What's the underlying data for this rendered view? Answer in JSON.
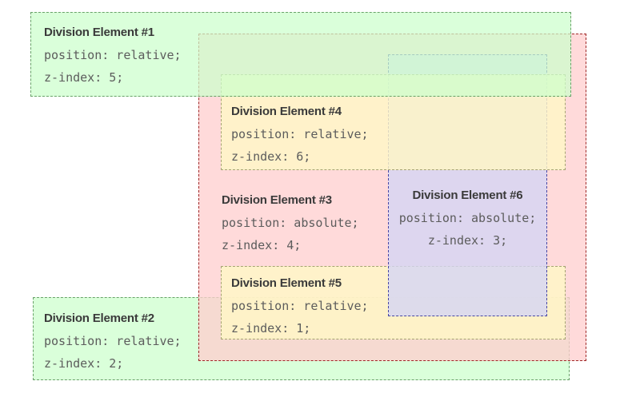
{
  "figure": {
    "kind": "css-z-index-stacking-context-diagram",
    "background": "#ffffff"
  },
  "palette": {
    "green_bg": "#ccffcc",
    "green_border": "#669966",
    "pink_bg": "#ffdddd",
    "pink_border": "#990000",
    "yellow_bg": "#ffffcc",
    "yellow_border": "#999966",
    "lavender_bg": "#ddddff",
    "lavender_border": "#000099",
    "title_text": "#3a3a3a",
    "code_text": "#5c5c5c"
  },
  "divisions": [
    {
      "id": "div1",
      "title": "Division Element #1",
      "position": "position: relative;",
      "z_index": "z-index: 5;",
      "background": "#ccffcc",
      "border_color": "#669966"
    },
    {
      "id": "div2",
      "title": "Division Element #2",
      "position": "position: relative;",
      "z_index": "z-index: 2;",
      "background": "#ccffcc",
      "border_color": "#669966"
    },
    {
      "id": "div3",
      "title": "Division Element #3",
      "position": "position: absolute;",
      "z_index": "z-index: 4;",
      "background": "#ffdddd",
      "border_color": "#990000"
    },
    {
      "id": "div4",
      "title": "Division Element #4",
      "position": "position: relative;",
      "z_index": "z-index: 6;",
      "background": "#ffffcc",
      "border_color": "#999966"
    },
    {
      "id": "div5",
      "title": "Division Element #5",
      "position": "position: relative;",
      "z_index": "z-index: 1;",
      "background": "#ffffcc",
      "border_color": "#999966"
    },
    {
      "id": "div6",
      "title": "Division Element #6",
      "position": "position: absolute;",
      "z_index": "z-index: 3;",
      "background": "#ddddff",
      "border_color": "#000099"
    }
  ]
}
